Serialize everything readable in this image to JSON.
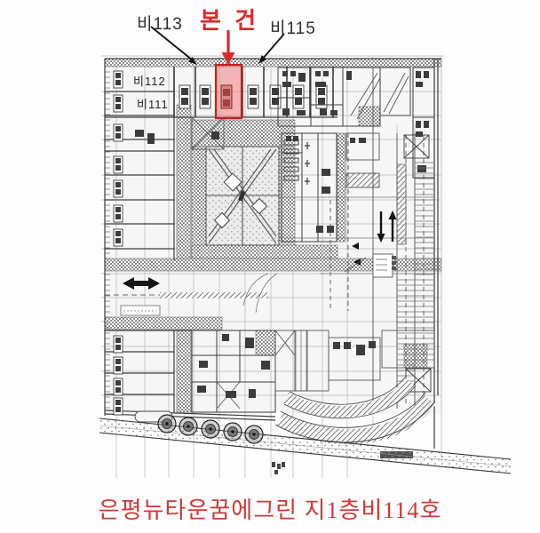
{
  "annotations": {
    "left_unit_label": "비113",
    "subject_label": "본 건",
    "right_unit_label": "비115"
  },
  "plan_room_labels": {
    "b112": "비112",
    "b111": "비111"
  },
  "caption": "은평뉴타운꿈에그린 지1층비114호",
  "colors": {
    "subject_highlight_fill": "#ee7f7f",
    "subject_highlight_border": "#c41f1f",
    "annotation_red": "#d92b2b",
    "caption_red": "#cb3a36",
    "plan_line": "#3c3c3c"
  }
}
